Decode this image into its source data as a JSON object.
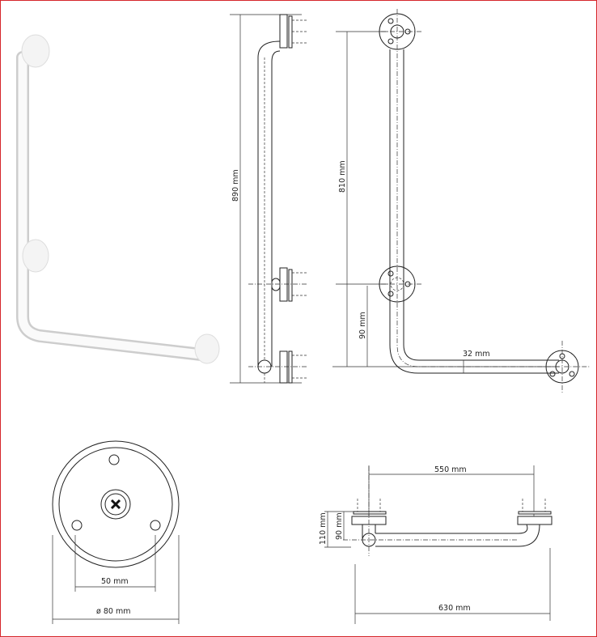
{
  "dimensions": {
    "side_height": "890 mm",
    "front_height": "810 mm",
    "front_lower": "90 mm",
    "tube_diameter": "32 mm",
    "rosette_hole_spacing": "50 mm",
    "rosette_diameter": "ø 80 mm",
    "top_span": "550 mm",
    "top_total": "630 mm",
    "top_depth_outer": "110 mm",
    "top_depth_axis": "90 mm"
  },
  "colors": {
    "border": "#d6262b",
    "line": "#222222"
  }
}
